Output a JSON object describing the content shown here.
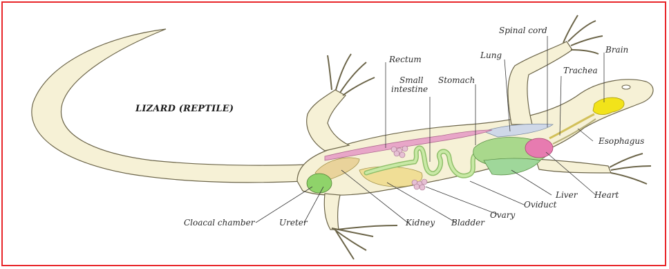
{
  "title": "LIZARD (REPTILE)",
  "labels": {
    "spinal_cord": "Spinal cord",
    "brain": "Brain",
    "rectum": "Rectum",
    "lung": "Lung",
    "trachea": "Trachea",
    "small_intestine_1": "Small",
    "small_intestine_2": "intestine",
    "stomach": "Stomach",
    "esophagus": "Esophagus",
    "liver": "Liver",
    "heart": "Heart",
    "oviduct": "Oviduct",
    "ovary": "Ovary",
    "bladder": "Bladder",
    "kidney": "Kidney",
    "ureter": "Ureter",
    "cloacal_chamber": "Cloacal chamber"
  },
  "colors": {
    "frame": "#e8262a",
    "body_fill": "#f6f1d6",
    "outline": "#6b6448",
    "rectum": "#e8a6c8",
    "intestine": "#b9dc8e",
    "stomach": "#a9d88c",
    "liver": "#9fd79a",
    "heart": "#e77bb0",
    "lung": "#cfd8e8",
    "brain": "#f2e31a",
    "bladder": "#f0de96",
    "kidney": "#e9d39b",
    "cloaca": "#8fd36a"
  }
}
